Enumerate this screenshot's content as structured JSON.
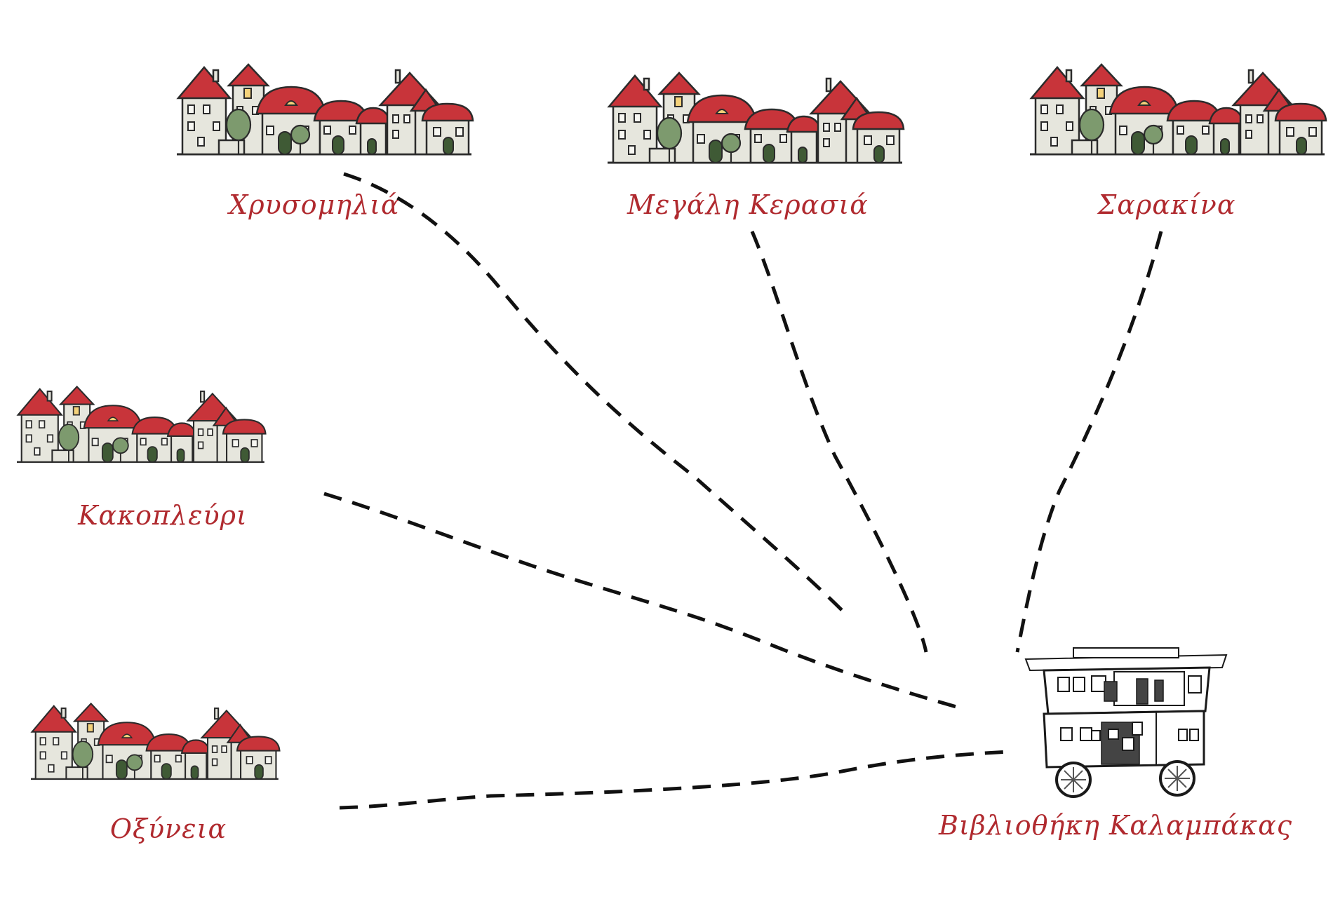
{
  "diagram": {
    "hub": {
      "id": "library",
      "label": "Βιβλιοθήκη Καλαμπάκας",
      "icon": "mobile-library-bus-icon"
    },
    "villages": [
      {
        "id": "chrysomilia",
        "label": "Χρυσομηλιά",
        "icon": "village-houses-icon"
      },
      {
        "id": "megali-kerasia",
        "label": "Μεγάλη Κερασιά",
        "icon": "village-houses-icon"
      },
      {
        "id": "sarakina",
        "label": "Σαρακίνα",
        "icon": "village-houses-icon"
      },
      {
        "id": "kakoplevri",
        "label": "Κακοπλεύρι",
        "icon": "village-houses-icon"
      },
      {
        "id": "oxyneia",
        "label": "Οξύνεια",
        "icon": "village-houses-icon"
      }
    ],
    "links": [
      {
        "from": "chrysomilia",
        "to": "library",
        "style": "dashed"
      },
      {
        "from": "megali-kerasia",
        "to": "library",
        "style": "dashed"
      },
      {
        "from": "sarakina",
        "to": "library",
        "style": "dashed"
      },
      {
        "from": "kakoplevri",
        "to": "library",
        "style": "dashed"
      },
      {
        "from": "oxyneia",
        "to": "library",
        "style": "dashed"
      }
    ],
    "colors": {
      "label": "#b02a2f",
      "roof": "#c8343a",
      "link": "#111111"
    }
  }
}
